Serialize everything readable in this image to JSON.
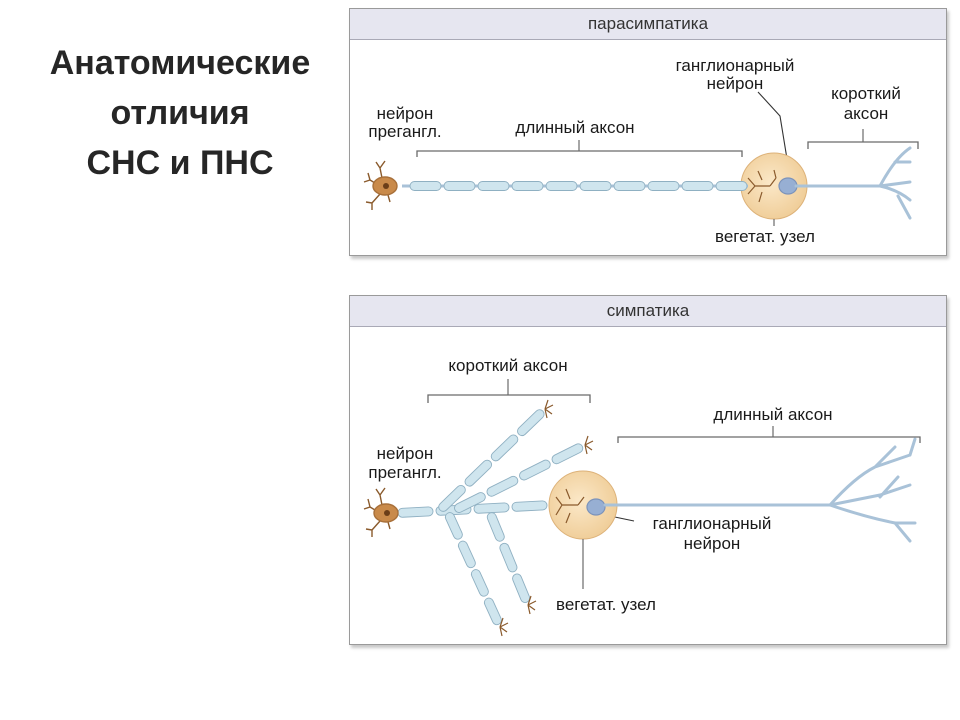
{
  "slide": {
    "title_lines": [
      "Анатомические",
      "отличия",
      "СНС и ПНС"
    ]
  },
  "parasympathetic": {
    "header": "парасимпатика",
    "labels": {
      "preganglionic_line1": "нейрон",
      "preganglionic_line2": "прегангл.",
      "long_axon": "длинный аксон",
      "ganglionic_line1": "ганглионарный",
      "ganglionic_line2": "нейрон",
      "short_axon_line1": "короткий",
      "short_axon_line2": "аксон",
      "ganglion": "вегетат. узел"
    }
  },
  "sympathetic": {
    "header": "симпатика",
    "labels": {
      "short_axon": "короткий аксон",
      "long_axon": "длинный аксон",
      "preganglionic_line1": "нейрон",
      "preganglionic_line2": "прегангл.",
      "ganglionic_line1": "ганглионарный",
      "ganglionic_line2": "нейрон",
      "ganglion": "вегетат. узел"
    }
  },
  "colors": {
    "myelin": "#cfe5ee",
    "myelin_stroke": "#8fb0c2",
    "axon": "#a9c2d8",
    "ganglion": "#f6dcb2",
    "neuron_body": "#c98a4a",
    "neuron_blue": "#97afd3"
  }
}
